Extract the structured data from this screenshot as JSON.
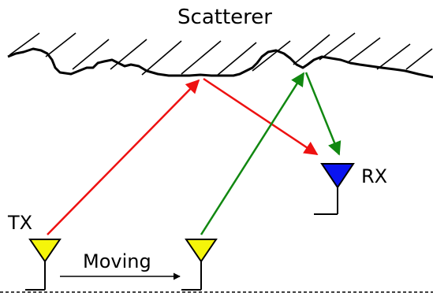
{
  "labels": {
    "scatterer": "Scatterer",
    "tx": "TX",
    "rx": "RX",
    "moving": "Moving"
  },
  "colors": {
    "path_tx_initial": "#ee1111",
    "path_tx_moved": "#118811",
    "tx_antenna": "#f5f50a",
    "rx_antenna": "#0a14f0",
    "outline": "#000000"
  },
  "icons": {
    "tx_initial": "antenna-triangle-icon",
    "tx_moved": "antenna-triangle-icon",
    "rx": "antenna-triangle-icon"
  }
}
